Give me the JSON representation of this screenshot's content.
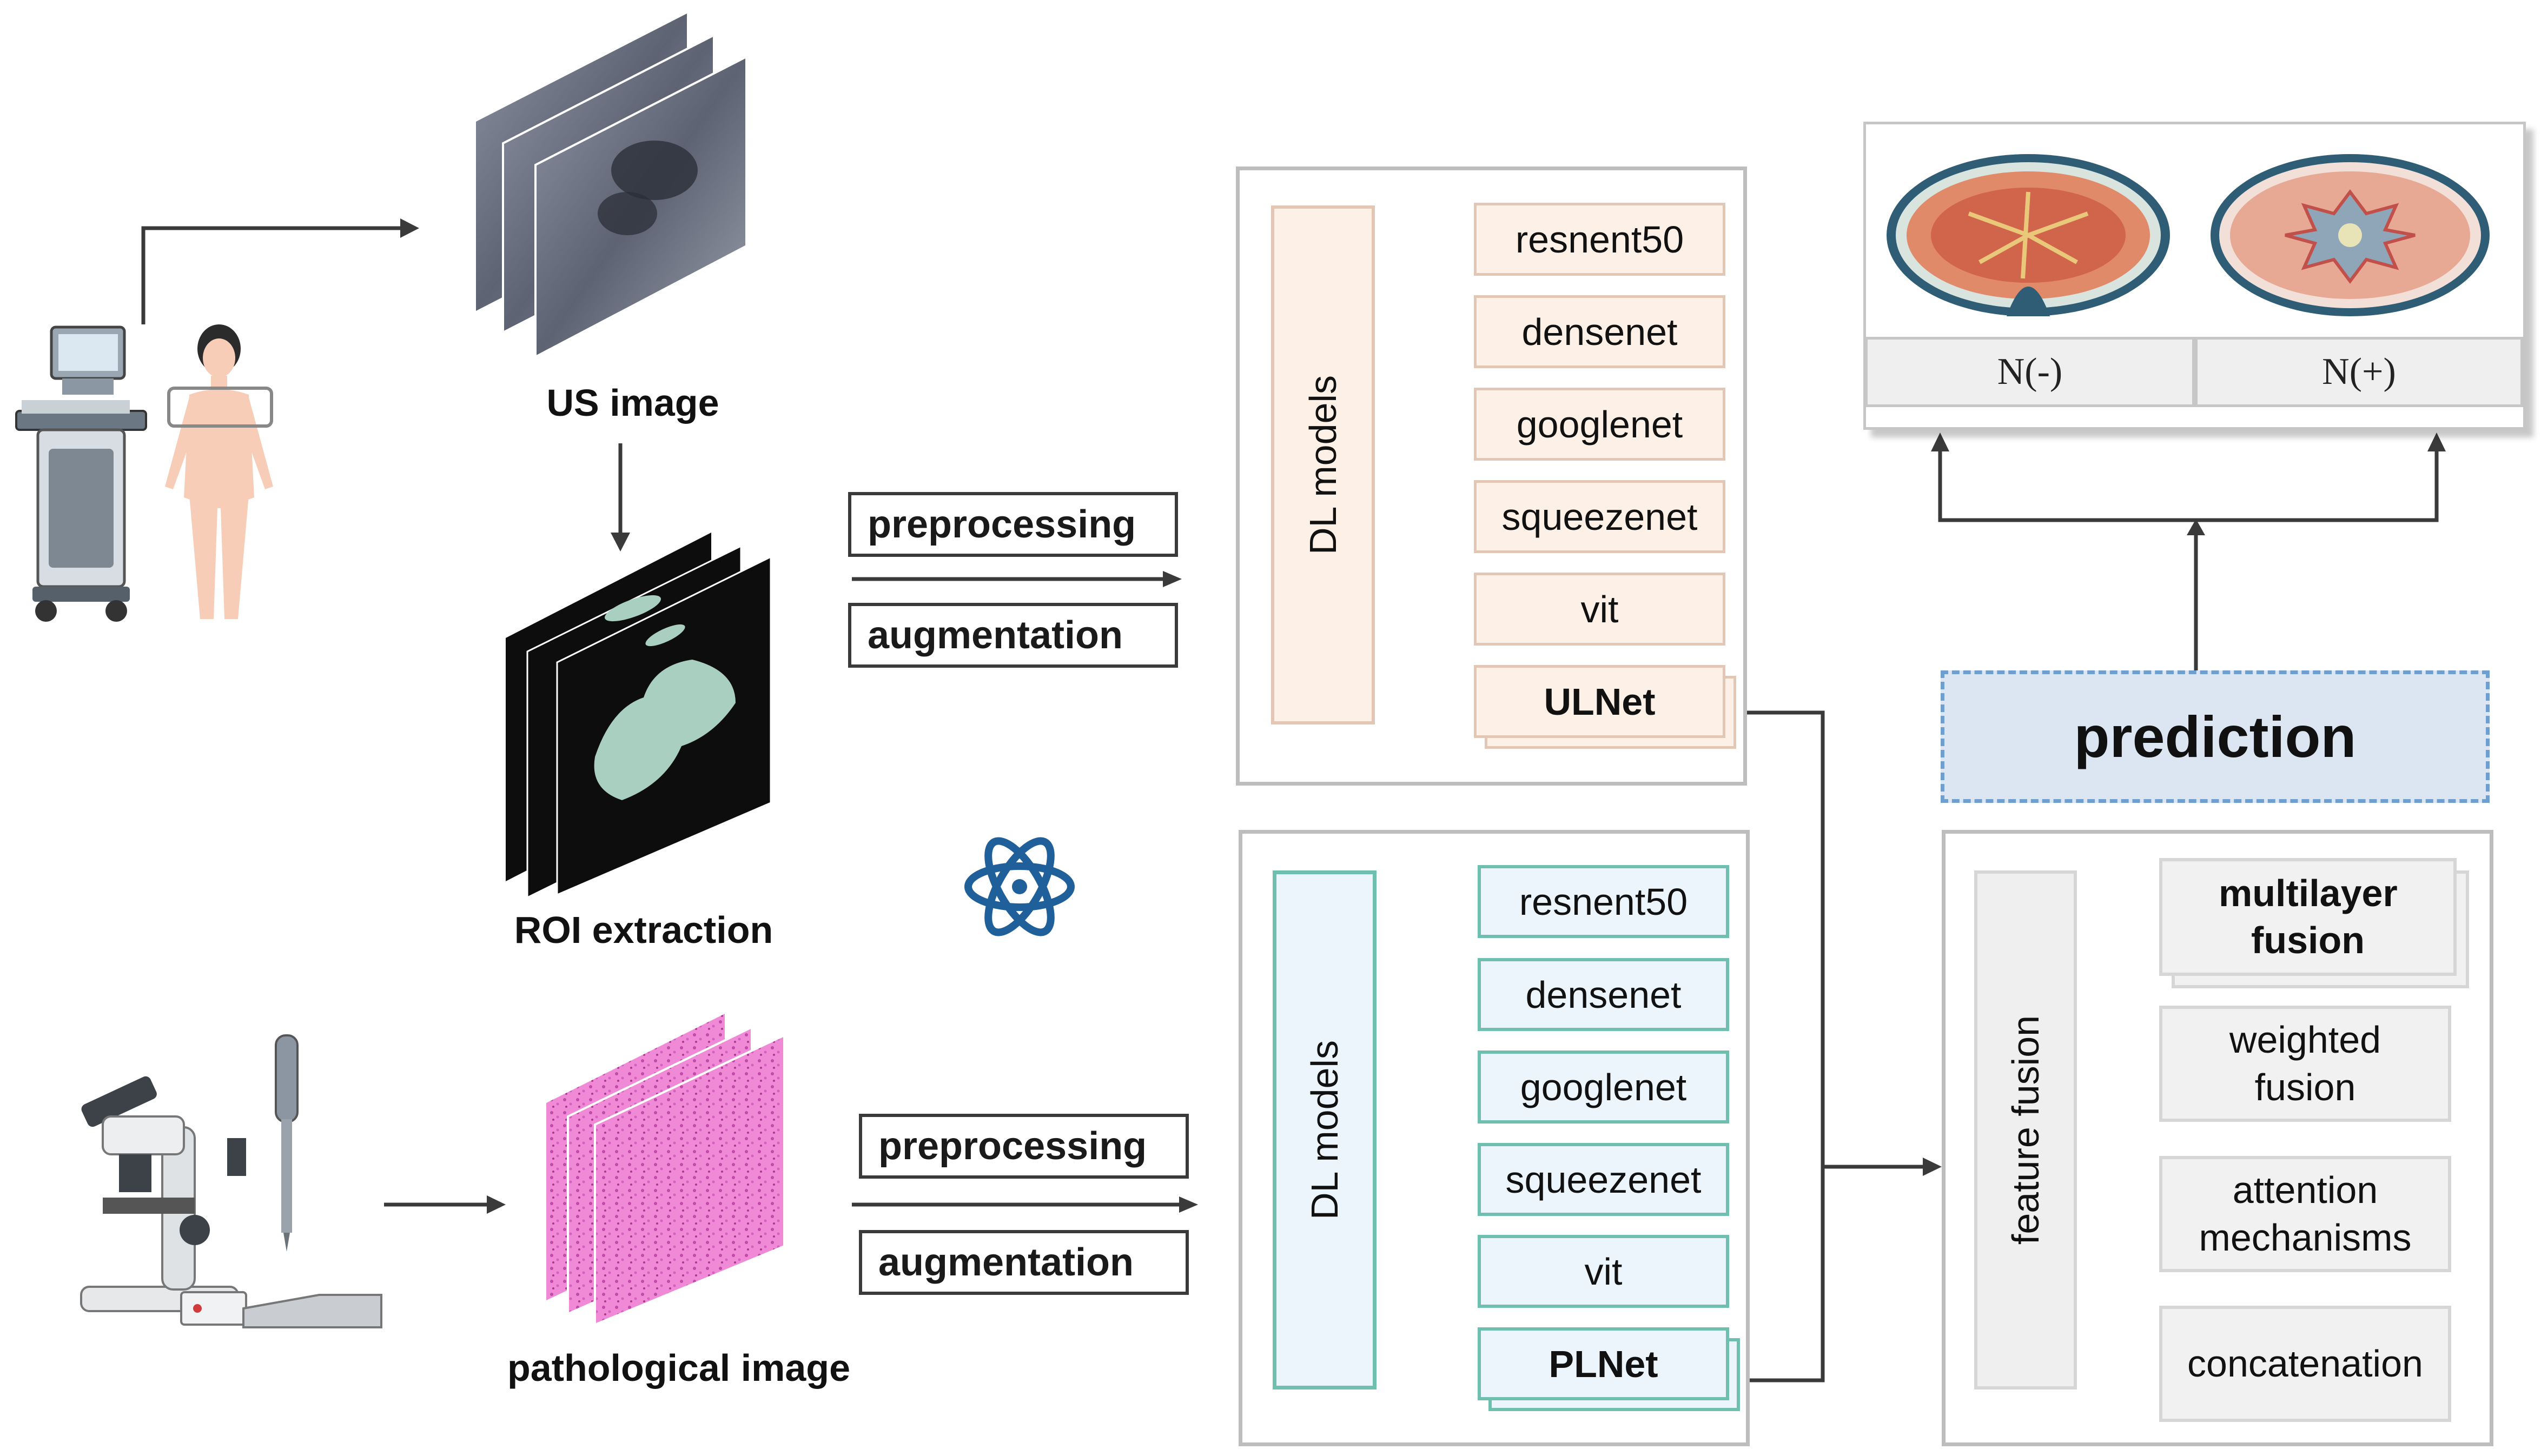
{
  "inputs": {
    "us_label": "US image",
    "roi_label": "ROI extraction",
    "path_label": "pathological image"
  },
  "preprocessing_top": {
    "preprocessing": "preprocessing",
    "augmentation": "augmentation"
  },
  "preprocessing_bottom": {
    "preprocessing": "preprocessing",
    "augmentation": "augmentation"
  },
  "us_models": {
    "group_label": "DL models",
    "items": [
      "resnent50",
      "densenet",
      "googlenet",
      "squeezenet",
      "vit",
      "ULNet"
    ]
  },
  "path_models": {
    "group_label": "DL models",
    "items": [
      "resnent50",
      "densenet",
      "googlenet",
      "squeezenet",
      "vit",
      "PLNet"
    ]
  },
  "fusion": {
    "group_label": "feature fusion",
    "methods": [
      "multilayer fusion",
      "weighted fusion",
      "attention mechanisms",
      "concatenation"
    ]
  },
  "prediction_label": "prediction",
  "outcomes": [
    "N(-)",
    "N(+)"
  ],
  "colors": {
    "us_fill": "#fdf0e6",
    "us_border": "#e3c6b4",
    "path_fill": "#ebf5fb",
    "path_border": "#6fbfb0",
    "prediction_fill": "#dbe6f2",
    "prediction_border": "#6f9fcf",
    "arrow": "#3a3a3a"
  },
  "icons": [
    "ultrasound-machine-icon",
    "patient-body-icon",
    "microscope-icon",
    "biopsy-needle-icon",
    "atom-icon",
    "lymph-node-negative-icon",
    "lymph-node-positive-icon"
  ]
}
